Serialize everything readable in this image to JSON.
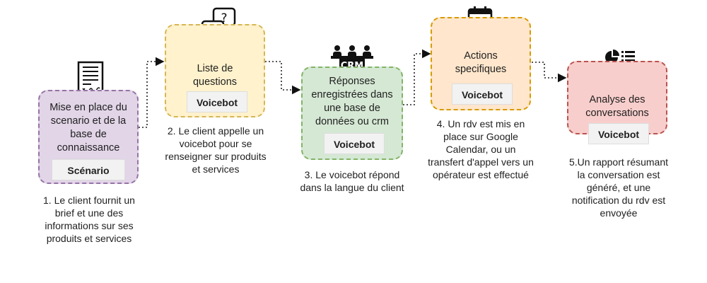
{
  "colors": {
    "purple_fill": "#e1d5e7",
    "purple_border": "#9673a6",
    "yellow_fill": "#fff2cc",
    "yellow_border": "#d6b656",
    "green_fill": "#d5e8d4",
    "green_border": "#82b366",
    "orange_fill": "#ffe6cc",
    "orange_border": "#d79b00",
    "red_fill": "#f8cecc",
    "red_border": "#b85450"
  },
  "steps": [
    {
      "label": "Mise en place du scenario et de la base de connaissance",
      "tag": "Scénario",
      "icon": "document-signature-icon",
      "caption": "1. Le client fournit un brief et une des informations sur ses produits et services"
    },
    {
      "label": "Liste de questions",
      "tag": "Voicebot",
      "icon": "speech-bubbles-question-icon",
      "caption": "2. Le client appelle un voicebot pour se renseigner sur produits et services"
    },
    {
      "label": "Réponses enregistrées dans une base de données ou crm",
      "tag": "Voicebot",
      "icon": "crm-team-icon",
      "icon_text": "CRM",
      "caption": "3. Le voicebot répond dans la langue du client"
    },
    {
      "label": "Actions specifiques",
      "tag": "Voicebot",
      "icon": "calendar-check-icon",
      "caption": "4. Un rdv est mis en place sur Google Calendar, ou un transfert d'appel vers un opérateur est effectué"
    },
    {
      "label": "Analyse des conversations",
      "tag": "Voicebot",
      "icon": "analytics-search-icon",
      "caption": "5.Un rapport résumant la conversation est généré, et une notification du rdv est envoyée"
    }
  ]
}
